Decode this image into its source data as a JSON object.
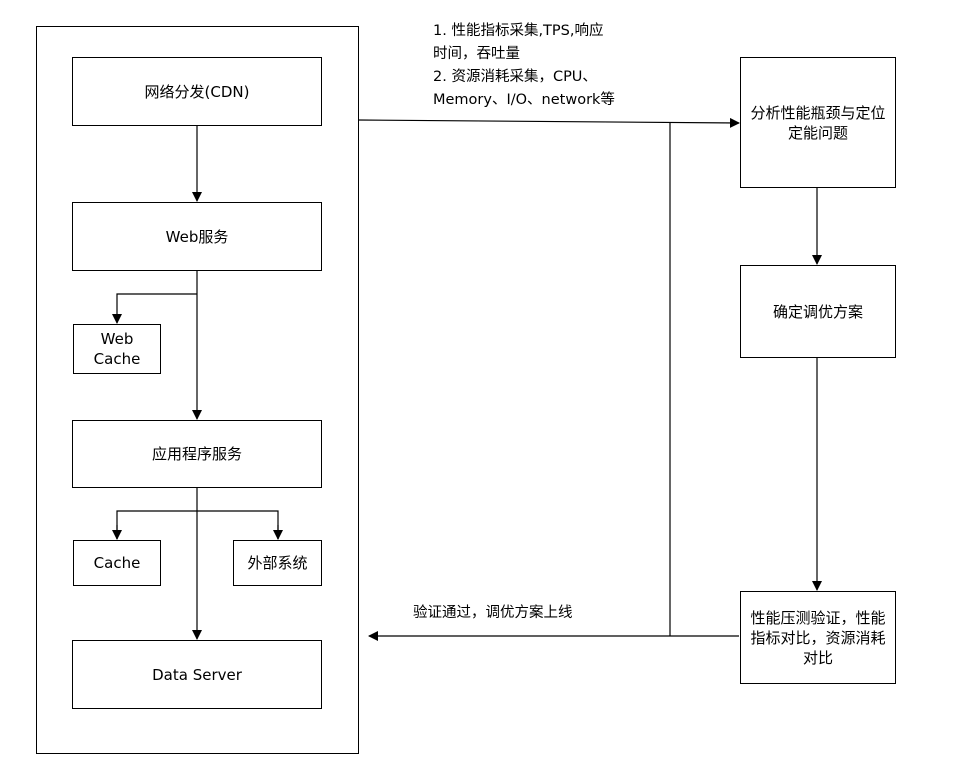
{
  "system_stack": {
    "cdn": "网络分发(CDN)",
    "web_service": "Web服务",
    "web_cache": "Web\nCache",
    "app_service": "应用程序服务",
    "cache": "Cache",
    "external_system": "外部系统",
    "data_server": "Data Server"
  },
  "collection_note": {
    "line1": "1. 性能指标采集,TPS,响应",
    "line2": "时间，吞吐量",
    "line3": "2. 资源消耗采集，CPU、",
    "line4": "Memory、I/O、network等"
  },
  "process": {
    "analyze": "分析性能瓶颈与定位定能问题",
    "tune_plan": "确定调优方案",
    "verify": "性能压测验证，性能指标对比，资源消耗对比"
  },
  "release_note": "验证通过，调优方案上线"
}
